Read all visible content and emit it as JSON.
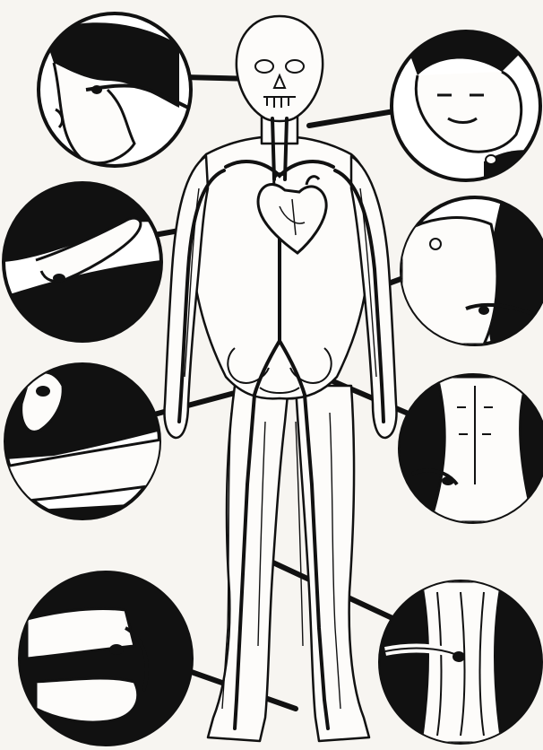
{
  "figure": {
    "background": "#f7f5f1",
    "ink": "#111111",
    "paper": "#ffffff"
  },
  "icons": {
    "body": "human-body-circulatory-outline",
    "heart": "heart-icon",
    "vessels": "artery-lines",
    "insets": [
      "temporal-pulse",
      "carotid-pulse",
      "subclavian-pressure",
      "brachial-pulse",
      "radial-pressure",
      "femoral-pressure",
      "ankle-pulse",
      "popliteal-pressure"
    ]
  }
}
